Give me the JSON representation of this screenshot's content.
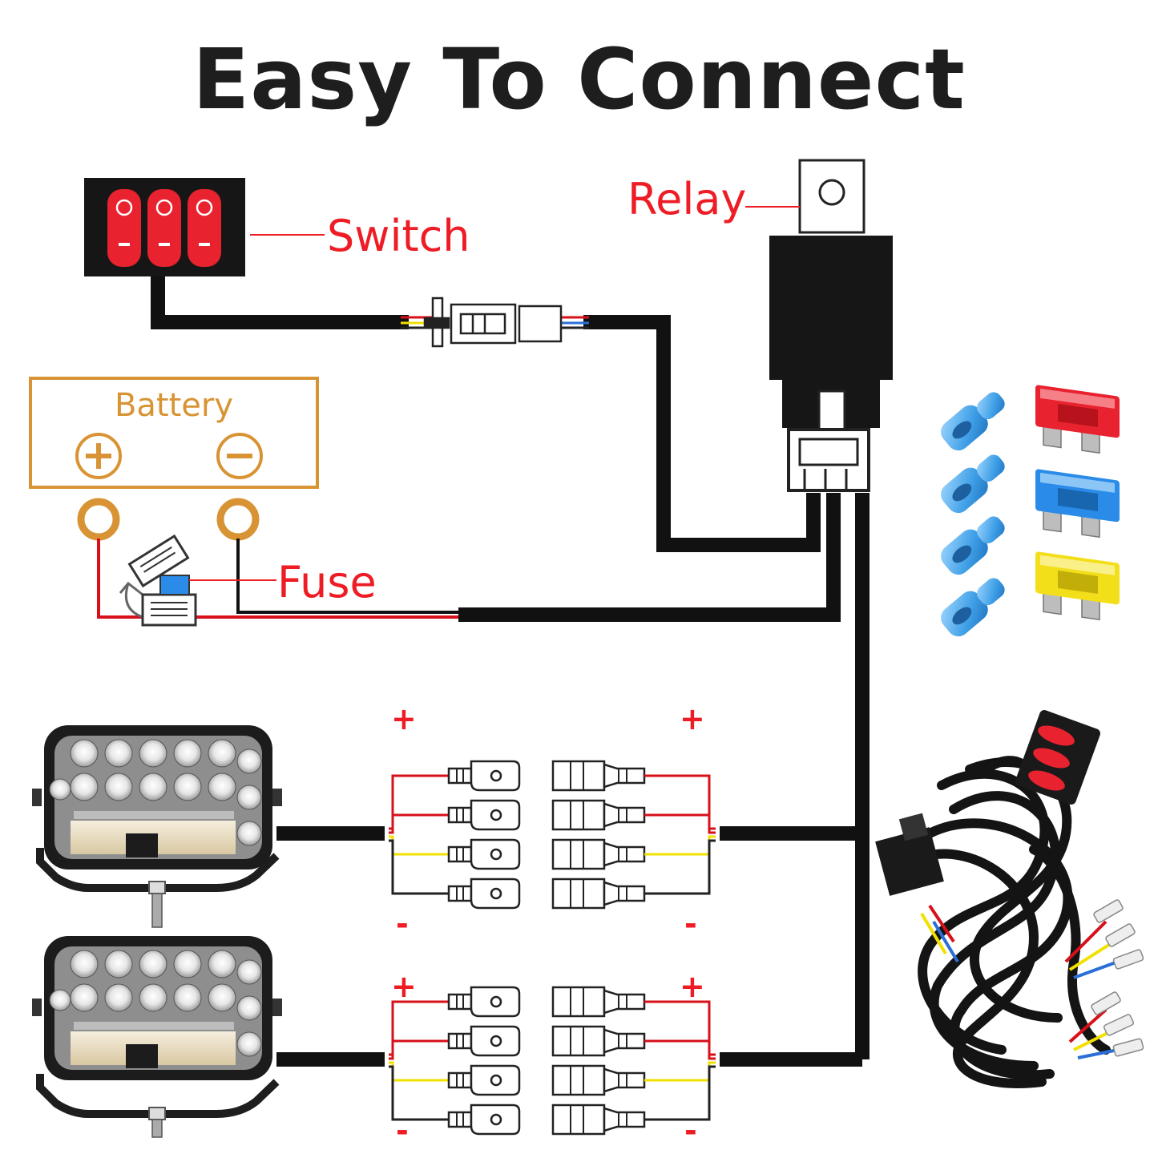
{
  "title": "Easy To Connect",
  "labels": {
    "switch": "Switch",
    "relay": "Relay",
    "battery": "Battery",
    "fuse": "Fuse"
  },
  "battery_terminals": {
    "positive": "+",
    "negative": "−"
  },
  "polarity": {
    "positive": "+",
    "negative": "-"
  },
  "colors": {
    "title": "#1e1e1e",
    "label_red": "#ee1c24",
    "battery_gold": "#d89434",
    "wire_black": "#111111",
    "wire_red": "#d8101a",
    "wire_yellow": "#f2e000",
    "fuse_red": "#e8222e",
    "fuse_blue": "#2a8ce8",
    "fuse_yellow": "#f2df1a",
    "connector_blue": "#4aa6ea"
  },
  "components": {
    "switch_panel": {
      "buttons": 3,
      "color": "red"
    },
    "light_pods": 2,
    "spare_connectors": 4,
    "spare_fuses": [
      "red",
      "blue",
      "yellow"
    ]
  }
}
